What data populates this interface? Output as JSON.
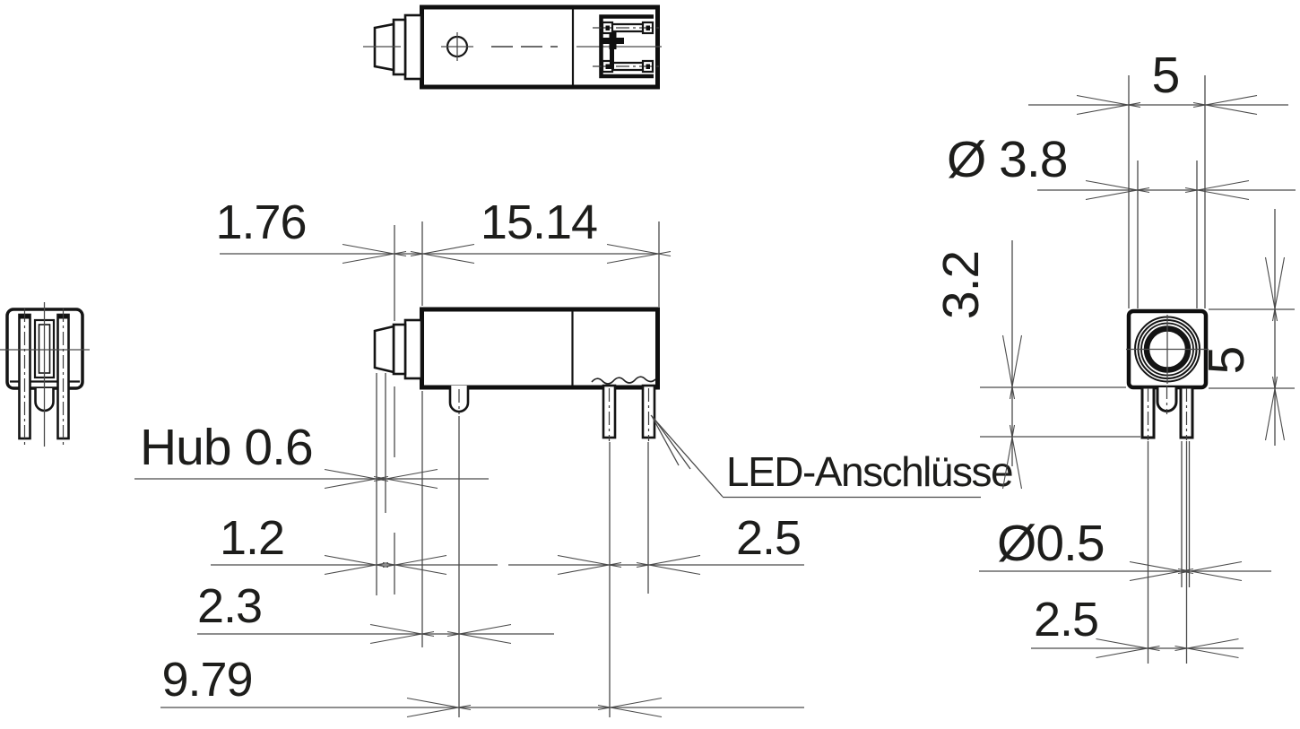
{
  "side_view": {
    "dim_plunger_length": "1.76",
    "dim_body_length": "15.14",
    "dim_stroke": "Hub 0.6",
    "dim_plunger_step": "1.2",
    "dim_pin_offset": "2.3",
    "dim_pin_span": "9.79",
    "dim_led_pin_pitch": "2.5",
    "led_callout": "LED-Anschlüsse"
  },
  "front_view": {
    "dim_width": "5",
    "dim_plunger_diameter": "Ø 3.8",
    "dim_pin_standoff": "3.2",
    "dim_height": "5",
    "dim_pin_diameter": "Ø0.5",
    "dim_pin_pitch": "2.5"
  },
  "colors": {
    "ink": "#1d1d1b",
    "outline": "#0f0f0f",
    "thin_line": "#4a4a4a",
    "background": "#ffffff"
  }
}
